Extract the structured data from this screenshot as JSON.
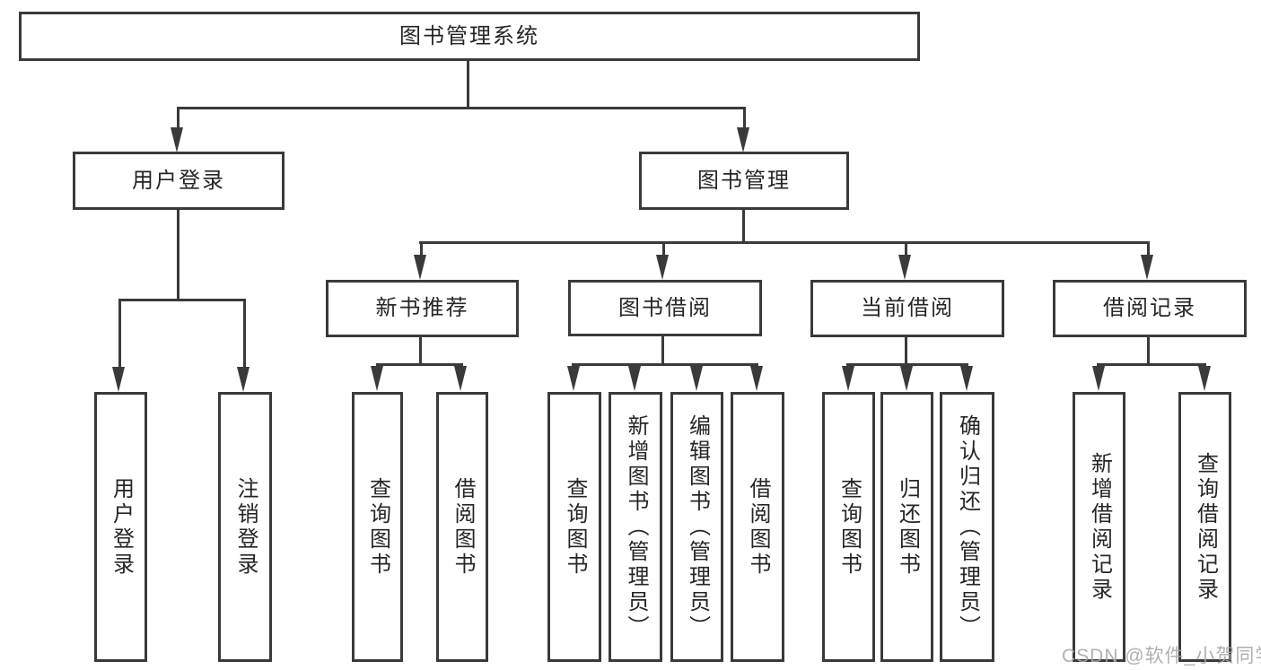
{
  "tree": {
    "root": {
      "label": "图书管理系统"
    },
    "branches": [
      {
        "label": "用户登录",
        "children": [
          {
            "label": "用户登录"
          },
          {
            "label": "注销登录"
          }
        ]
      },
      {
        "label": "图书管理",
        "children": [
          {
            "label": "新书推荐",
            "children": [
              {
                "label": "查询图书"
              },
              {
                "label": "借阅图书"
              }
            ]
          },
          {
            "label": "图书借阅",
            "children": [
              {
                "label": "查询图书"
              },
              {
                "label": "新增图书（管理员）"
              },
              {
                "label": "编辑图书（管理员）"
              },
              {
                "label": "借阅图书"
              }
            ]
          },
          {
            "label": "当前借阅",
            "children": [
              {
                "label": "查询图书"
              },
              {
                "label": "归还图书"
              },
              {
                "label": "确认归还（管理员）"
              }
            ]
          },
          {
            "label": "借阅记录",
            "children": [
              {
                "label": "新增借阅记录"
              },
              {
                "label": "查询借阅记录"
              }
            ]
          }
        ]
      }
    ]
  },
  "watermark": {
    "text": "CSDN @软件_小贺同学"
  },
  "colors": {
    "line": "#3a3a3a",
    "text": "#262626",
    "background": "#ffffff",
    "watermark": "#a8a8a8"
  }
}
